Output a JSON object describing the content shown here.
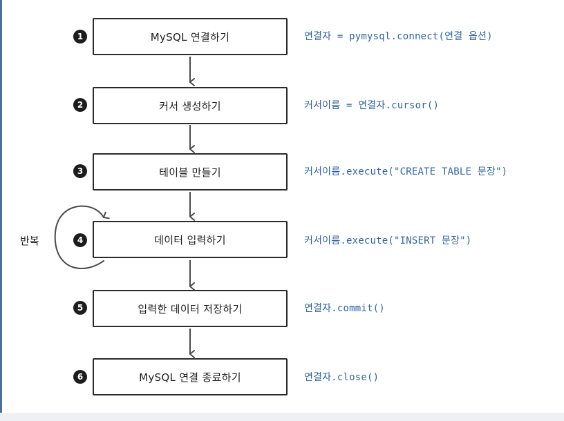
{
  "steps": [
    {
      "number": "1",
      "label": "MySQL 연결하기",
      "code": "연결자 = pymysql.connect(연결 옵션)"
    },
    {
      "number": "2",
      "label": "커서 생성하기",
      "code": "커서이름 = 연결자.cursor()"
    },
    {
      "number": "3",
      "label": "테이블 만들기",
      "code": "커서이름.execute(\"CREATE TABLE 문장\")"
    },
    {
      "number": "4",
      "label": "데이터 입력하기",
      "code": "커서이름.execute(\"INSERT 문장\")"
    },
    {
      "number": "5",
      "label": "입력한 데이터 저장하기",
      "code": "연결자.commit()"
    },
    {
      "number": "6",
      "label": "MySQL 연결 종료하기",
      "code": "연결자.close()"
    }
  ],
  "loop": {
    "label": "반복"
  },
  "colors": {
    "code_text": "#2f63a8",
    "connector": "#4a4a4a",
    "box_border": "#2a2a2a"
  }
}
